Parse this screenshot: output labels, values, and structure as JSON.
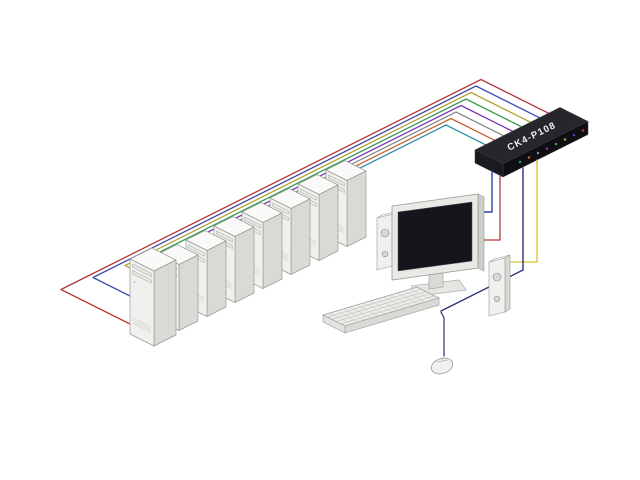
{
  "switch": {
    "label": "CK4-P108",
    "ports": 8
  },
  "computers": {
    "count": 8
  },
  "peripherals": [
    "monitor",
    "keyboard",
    "mouse",
    "speaker-left",
    "speaker-right"
  ],
  "colors": {
    "background": "#ffffff",
    "outline": "#9a9a96",
    "tower_front": "#f0f0ee",
    "tower_side": "#d9d9d5",
    "tower_top": "#fafaf8",
    "tower_detail": "#e7e7e3",
    "switch_top": "#26262b",
    "switch_front": "#0f0f13",
    "switch_side": "#1a1a1f",
    "switch_label_color": "#f0f0f0",
    "monitor_bezel": "#e9e9e6",
    "monitor_screen": "#15151c",
    "cable_colors": [
      "#b23a3a",
      "#3a4fb2",
      "#b2a23a",
      "#3a9a54",
      "#7c3ab2",
      "#8c8c8c",
      "#c2652f",
      "#2f8fa6"
    ],
    "monitor_cable": "#2a3fae",
    "audio_cable": "#b23a3a",
    "speaker_cable": "#d6c22f",
    "keyboard_mouse_cable": "#26337f"
  }
}
